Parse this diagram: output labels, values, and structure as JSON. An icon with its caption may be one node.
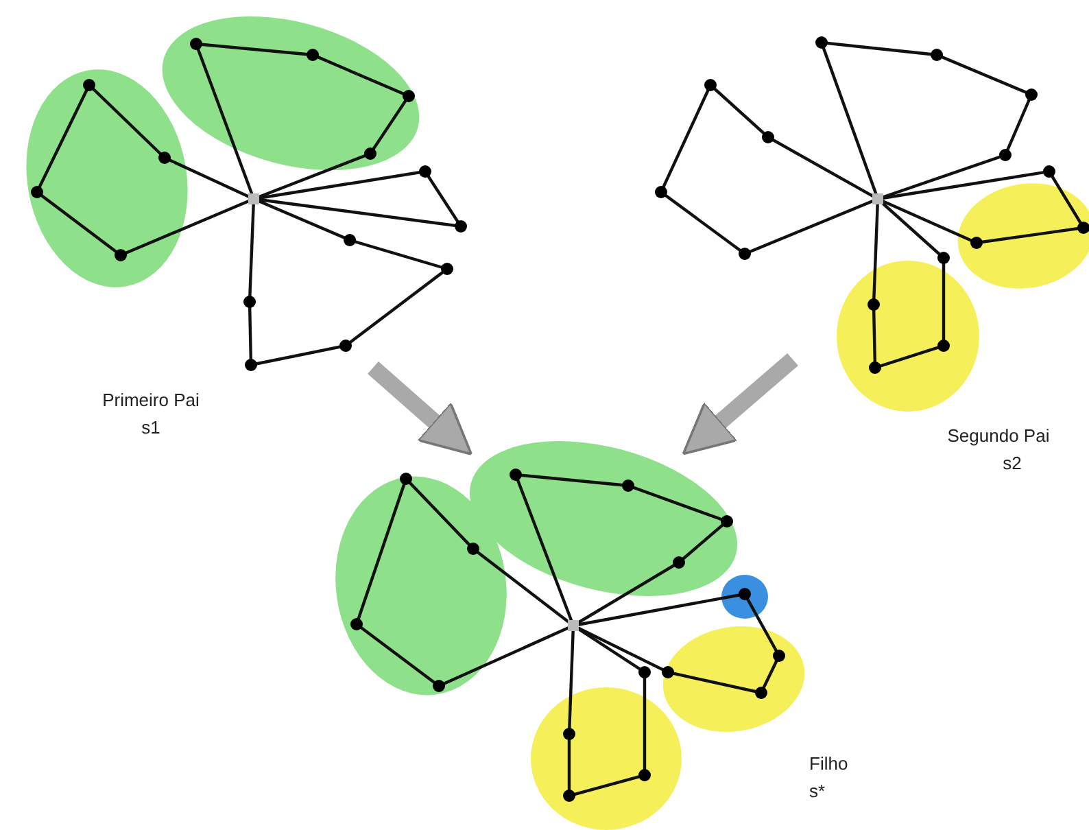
{
  "diagram": {
    "nodes": [
      {
        "text": [],
        "shape": "picture",
        "beside": [
          "Primeiro Pai",
          "s1"
        ]
      },
      {
        "text": [],
        "shape": "picture",
        "beside": [
          "Segundo Pai",
          "s2"
        ]
      },
      {
        "text": [],
        "shape": "picture",
        "beside": [
          "Filho",
          "s*"
        ]
      }
    ],
    "edges": [
      {
        "from": 0,
        "to": 2,
        "arrow": "to"
      },
      {
        "from": 1,
        "to": 2,
        "arrow": "to"
      }
    ]
  }
}
